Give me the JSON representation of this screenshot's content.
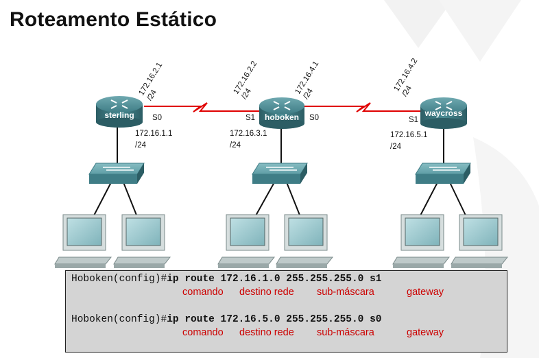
{
  "title": "Roteamento Estático",
  "colors": {
    "serial_link": "#e00000",
    "annotation": "#cc0000",
    "router_body": "#3f7d86",
    "switch_body": "#5f9ea6"
  },
  "routers": {
    "sterling": {
      "name": "sterling",
      "s0_label": "S0",
      "wan_ip": "172.16.2.1",
      "wan_mask": "/24",
      "lan_ip": "172.16.1.1",
      "lan_mask": "/24"
    },
    "hoboken": {
      "name": "hoboken",
      "s1_label": "S1",
      "s0_label": "S0",
      "left_ip": "172.16.2.2",
      "left_mask": "/24",
      "right_ip": "172.16.4.1",
      "right_mask": "/24",
      "lan_ip": "172.16.3.1",
      "lan_mask": "/24"
    },
    "waycross": {
      "name": "waycross",
      "s1_label": "S1",
      "wan_ip": "172.16.4.2",
      "wan_mask": "/24",
      "lan_ip": "172.16.5.1",
      "lan_mask": "/24"
    }
  },
  "commands": [
    {
      "prompt": "Hoboken(config)#",
      "command": "ip route 172.16.1.0 255.255.255.0 s1"
    },
    {
      "prompt": "Hoboken(config)#",
      "command": "ip route 172.16.5.0 255.255.255.0 s0"
    }
  ],
  "annotations": {
    "comando": "comando",
    "destino": "destino rede",
    "mascara": "sub-máscara",
    "gateway": "gateway"
  }
}
